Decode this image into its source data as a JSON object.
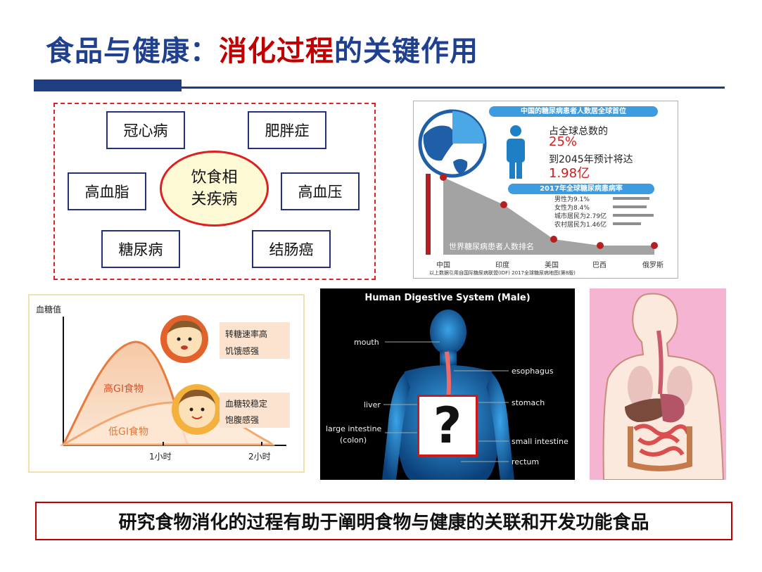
{
  "title": {
    "part1": "食品与健康：",
    "highlight": "消化过程",
    "part2": "的关键作用"
  },
  "diseases": {
    "center_line1": "饮食相",
    "center_line2": "关疾病",
    "items": [
      "冠心病",
      "肥胖症",
      "高血脂",
      "高血压",
      "糖尿病",
      "结肠癌"
    ]
  },
  "diabetes_info": {
    "header": "中国的糖尿病患者人数居全球首位",
    "share_label": "占全球总数的",
    "share_value": "25%",
    "forecast_label": "到2045年预计将达",
    "forecast_value": "1.98亿",
    "rate_header": "2017年全球糖尿病患病率",
    "rates": [
      "男性为9.1%",
      "女性为8.4%",
      "城市居民为2.79亿",
      "农村居民为1.46亿"
    ],
    "ranking_label": "世界糖尿病患者人数排名",
    "countries": [
      "中国",
      "印度",
      "美国",
      "巴西",
      "俄罗斯"
    ],
    "source": "以上数据引用自国际糖尿病联盟(IDF) 2017全球糖尿病地图(第8版)",
    "colors": {
      "accent": "#3d9be0",
      "figure": "#1f7fc4",
      "highlight": "#d21d1d"
    }
  },
  "gi_chart": {
    "ylabel": "血糖值",
    "high_label": "高GI食物",
    "low_label": "低GI食物",
    "high_note1": "转糖速率高",
    "high_note2": "饥饿感强",
    "low_note1": "血糖较稳定",
    "low_note2": "饱腹感强",
    "x_ticks": [
      "1小时",
      "2小时"
    ]
  },
  "digestive": {
    "title": "Human Digestive System (Male)",
    "left_labels": [
      "mouth",
      "liver",
      "large intestine",
      "(colon)"
    ],
    "right_labels": [
      "esophagus",
      "stomach",
      "small intestine",
      "rectum"
    ],
    "question_mark": "?"
  },
  "banner_text": "研究食物消化的过程有助于阐明食物与健康的关联和开发功能食品"
}
